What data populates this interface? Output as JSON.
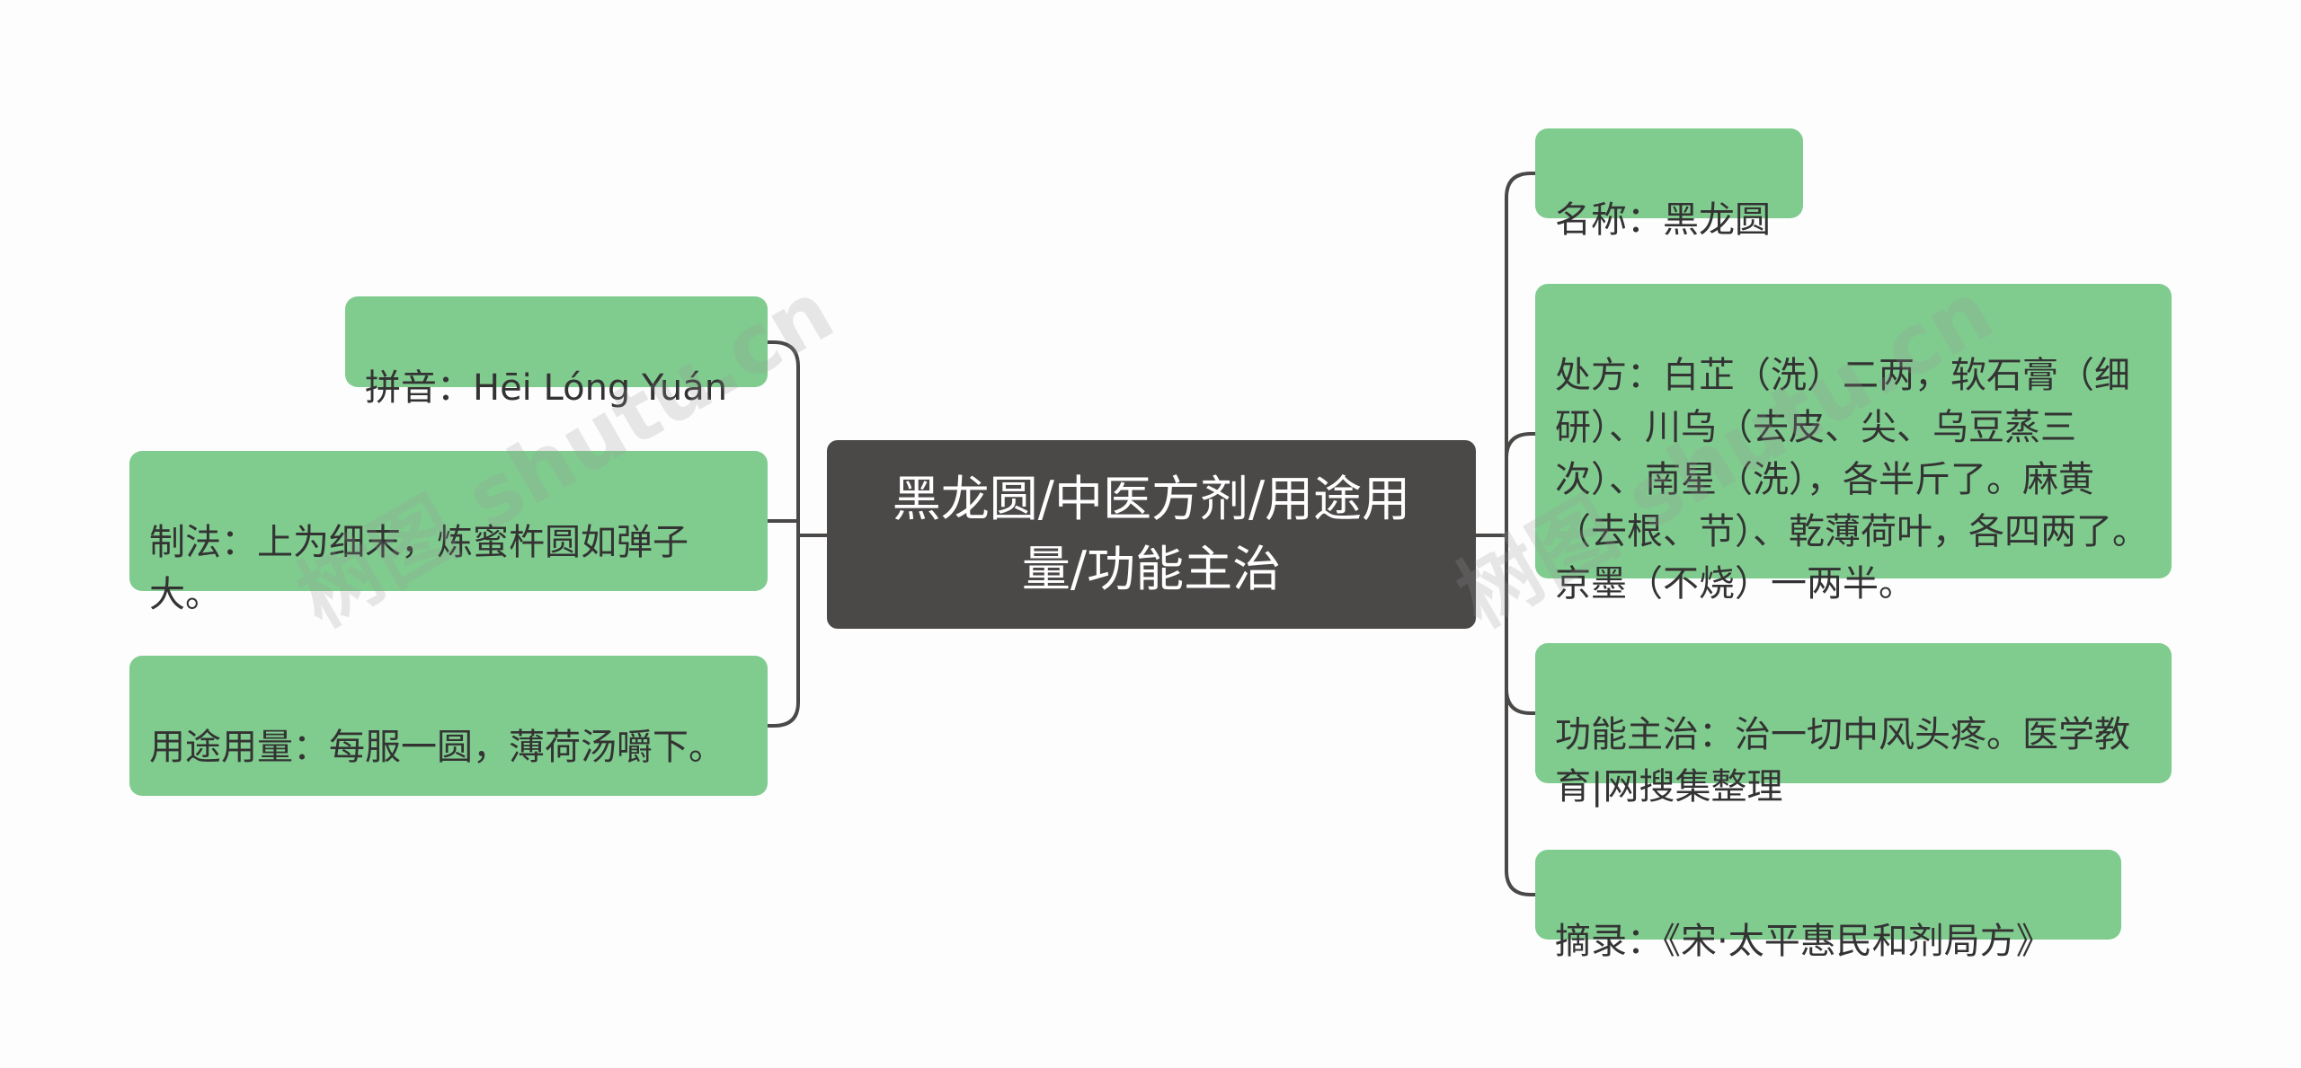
{
  "center": {
    "title": "黑龙圆/中医方剂/用途用量/功能主治"
  },
  "left": [
    {
      "text": "拼音：Hēi Lóng Yuán"
    },
    {
      "text": "制法：上为细末，炼蜜杵圆如弹子大。"
    },
    {
      "text": "用途用量：每服一圆，薄荷汤嚼下。"
    }
  ],
  "right": [
    {
      "text": "名称：黑龙圆"
    },
    {
      "text": "处方：白芷（洗）二两，软石膏（细研）、川乌（去皮、尖、乌豆蒸三次）、南星（洗），各半斤了。麻黄（去根、节）、乾薄荷叶，各四两了。京墨（不烧）一两半。"
    },
    {
      "text": "功能主治：治一切中风头疼。医学教育|网搜集整理"
    },
    {
      "text": "摘录：《宋·太平惠民和剂局方》"
    }
  ],
  "watermarks": [
    "树图 shutu.cn",
    "树图 shutu.cn"
  ],
  "colors": {
    "center_bg": "#4b4848",
    "leaf_bg": "#80cc8f",
    "connector": "#4b4848",
    "background": "#fdfdfd"
  }
}
